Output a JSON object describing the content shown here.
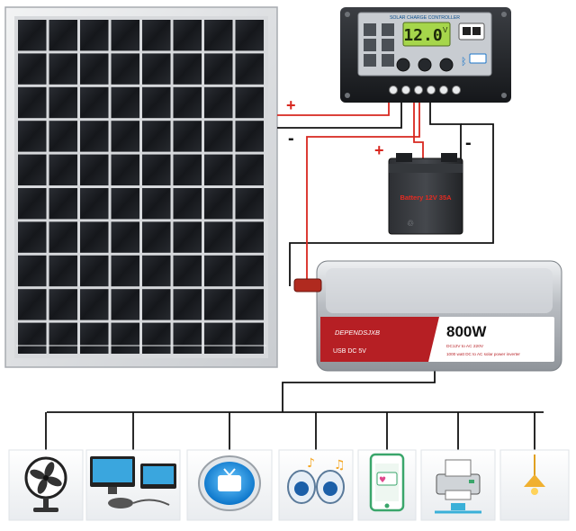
{
  "controller": {
    "title": "SOLAR CHARGE CONTROLLER",
    "display_value": "12.0",
    "display_unit": "V"
  },
  "wiring": {
    "plus_sign": "+",
    "minus_sign": "-",
    "positive_color": "#d8271f",
    "negative_color": "#111111"
  },
  "battery": {
    "label": "Battery 12V 35A"
  },
  "inverter": {
    "brand": "DEPENDSJXB",
    "usb_label": "USB DC 5V",
    "power": "800W",
    "line1": "DC12V to AC 220V",
    "line2": "1000 watt DC to AC solar power inverter",
    "accent_color": "#b61f24"
  },
  "appliances": [
    {
      "icon": "fan-icon"
    },
    {
      "icon": "computer-monitors-icon"
    },
    {
      "icon": "television-icon"
    },
    {
      "icon": "speakers-icon"
    },
    {
      "icon": "smartphone-icon"
    },
    {
      "icon": "printer-icon"
    },
    {
      "icon": "ceiling-light-icon"
    }
  ]
}
